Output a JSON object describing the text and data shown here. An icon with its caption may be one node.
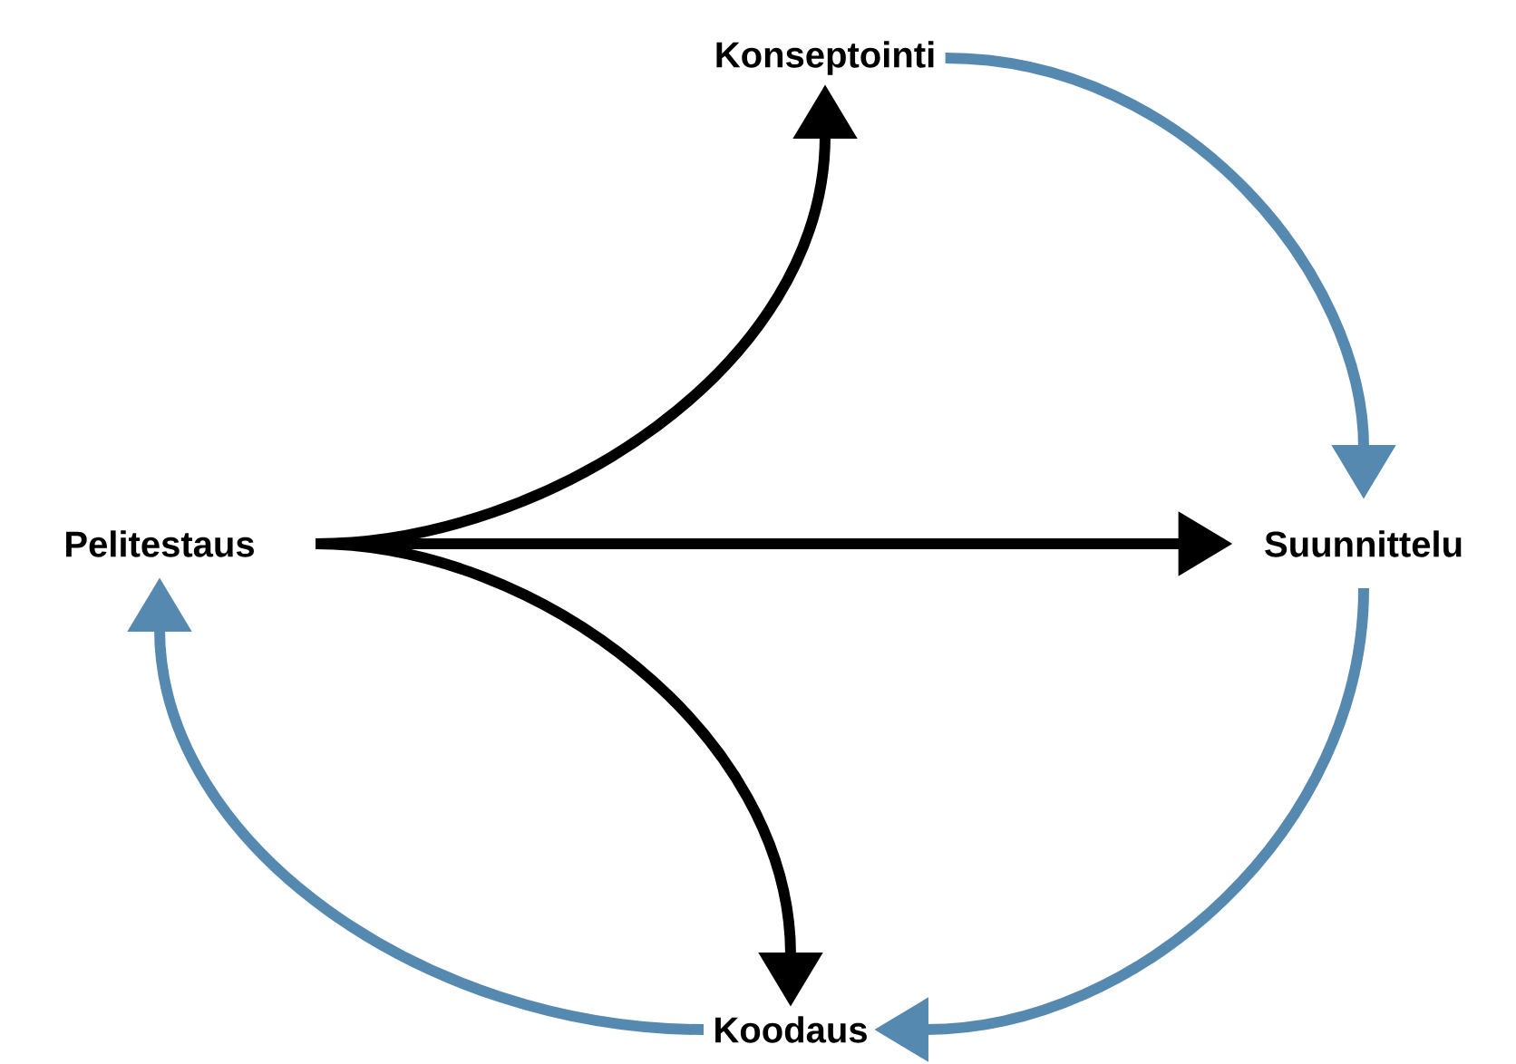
{
  "diagram": {
    "nodes": [
      {
        "text": [
          "Konseptointi"
        ]
      },
      {
        "text": [
          "Suunnittelu"
        ]
      },
      {
        "text": [
          "Koodaus"
        ]
      },
      {
        "text": [
          "Pelitestaus"
        ]
      }
    ],
    "edges": [
      {
        "from": 0,
        "to": 1,
        "arrow": "to",
        "color": "#5589b0"
      },
      {
        "from": 1,
        "to": 2,
        "arrow": "to",
        "color": "#5589b0"
      },
      {
        "from": 2,
        "to": 3,
        "arrow": "to",
        "color": "#5589b0"
      },
      {
        "from": 3,
        "to": 0,
        "arrow": "to",
        "color": "#000000"
      },
      {
        "from": 3,
        "to": 1,
        "arrow": "to",
        "color": "#000000"
      },
      {
        "from": 3,
        "to": 2,
        "arrow": "to",
        "color": "#000000"
      }
    ]
  }
}
